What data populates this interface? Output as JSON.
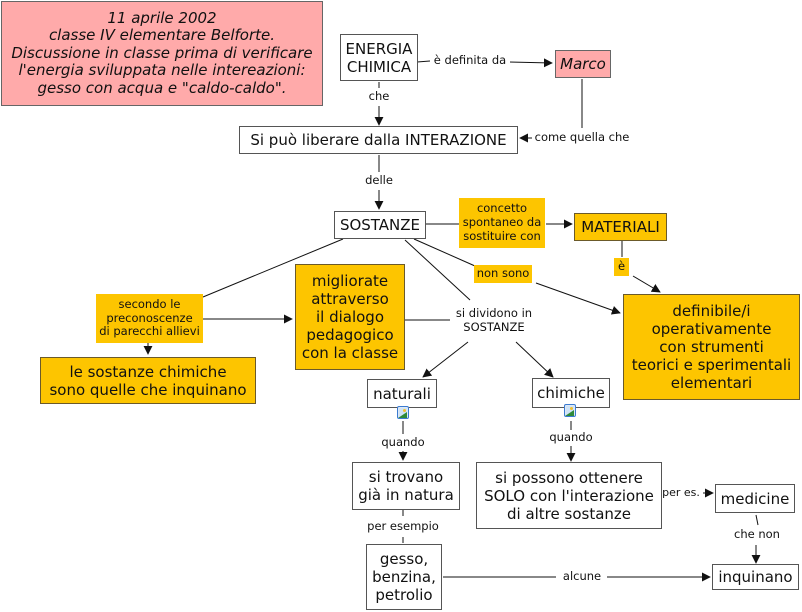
{
  "header_note": {
    "lines": "11 aprile 2002\nclasse IV elementare Belforte.\nDiscussione in classe prima di verificare\nl'energia sviluppata nelle intereazioni:\ngesso con acqua e \"caldo-caldo\"."
  },
  "concepts": {
    "energia_chimica": "ENERGIA\nCHIMICA",
    "marco": "Marco",
    "interazione": "Si può liberare dalla INTERAZIONE",
    "sostanze": "SOSTANZE",
    "materiali": "MATERIALI",
    "migliorate": "migliorate\nattraverso\nil dialogo\npedagogico\ncon la classe",
    "sostanze_chimiche_inquinano": "le sostanze chimiche\nsono quelle che inquinano",
    "definibili": "definibile/i\noperativamente\ncon strumenti\nteorici e sperimentali\nelementari",
    "naturali": "naturali",
    "chimiche": "chimiche",
    "si_trovano": "si trovano\ngià in natura",
    "si_possono": "si possono ottenere\nSOLO con l'interazione\ndi altre sostanze",
    "medicine": "medicine",
    "gesso": "gesso,\nbenzina,\npetrolio",
    "inquinano": "inquinano"
  },
  "linking_phrases": {
    "e_definita_da": "è definita da",
    "che": "che",
    "come_quella_che": "come quella che",
    "delle": "delle",
    "concetto_spontaneo": "concetto\nspontaneo da\nsostituire con",
    "e": "è",
    "non_sono": "non sono",
    "secondo_le": "secondo le\npreconoscenze\ndi parecchi allievi",
    "si_dividono": "si dividono in\nSOSTANZE",
    "quando_1": "quando",
    "quando_2": "quando",
    "per_esempio": "per esempio",
    "per_es": "per es.",
    "che_non": "che non",
    "alcune": "alcune"
  },
  "colors": {
    "gold": "#fdc500",
    "pink": "#ffaaaa",
    "line": "#111111"
  }
}
